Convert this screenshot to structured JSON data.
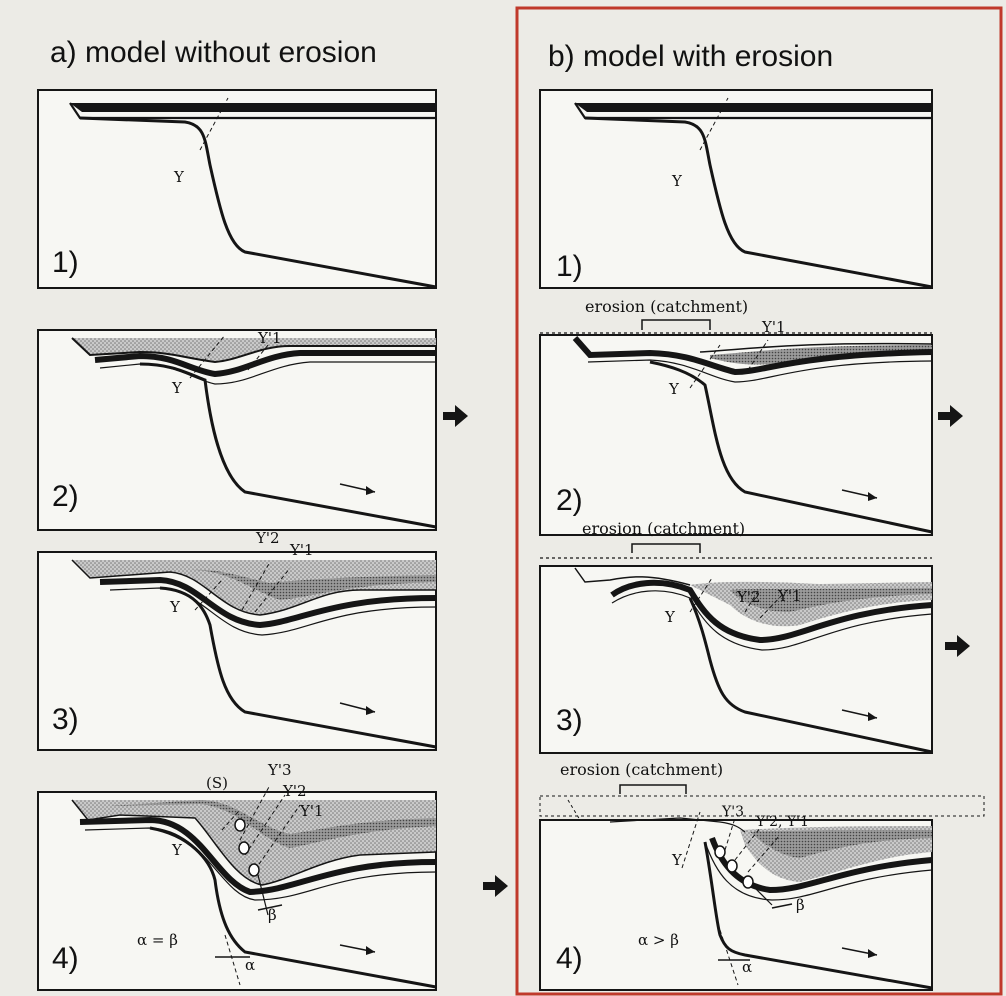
{
  "panel_a": {
    "title": "a) model without erosion"
  },
  "panel_b": {
    "title": "b) model with erosion"
  },
  "steps": [
    "1)",
    "2)",
    "3)",
    "4)"
  ],
  "labels": {
    "y": "Y",
    "y1": "Y'1",
    "y2": "Y'2",
    "y3": "Y'3",
    "y2y1": "Y'2, Y'1",
    "s": "(S)",
    "beta": "β",
    "alpha": "α",
    "alpha_eq_beta": "α = β",
    "alpha_gt_beta": "α > β",
    "erosion": "erosion (catchment)"
  },
  "colors": {
    "frame": "#c0392b",
    "ink": "#151515",
    "fill_dark": "#8a8a8a",
    "fill_mid": "#b4b4b4",
    "fill_light": "#d6d6d6",
    "paper": "#f7f7f3",
    "background": "#ecebe6"
  }
}
